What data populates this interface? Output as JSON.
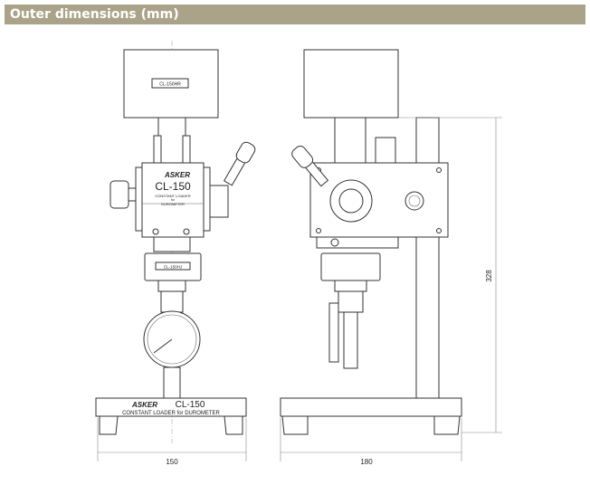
{
  "header": {
    "title": "Outer dimensions (mm)"
  },
  "drawing": {
    "brand": "ASKER",
    "model": "CL-150",
    "front_caption_line1": "CONSTANT LOADER",
    "front_caption_line2": "for",
    "front_caption_line3": "DUROMETER",
    "base_caption": "CONSTANT LOADER for DUROMETER",
    "top_label": "CL-150HR",
    "lower_label": "CL-150HJ",
    "dimensions": {
      "width_front": "150",
      "width_side": "180",
      "height": "328"
    }
  }
}
